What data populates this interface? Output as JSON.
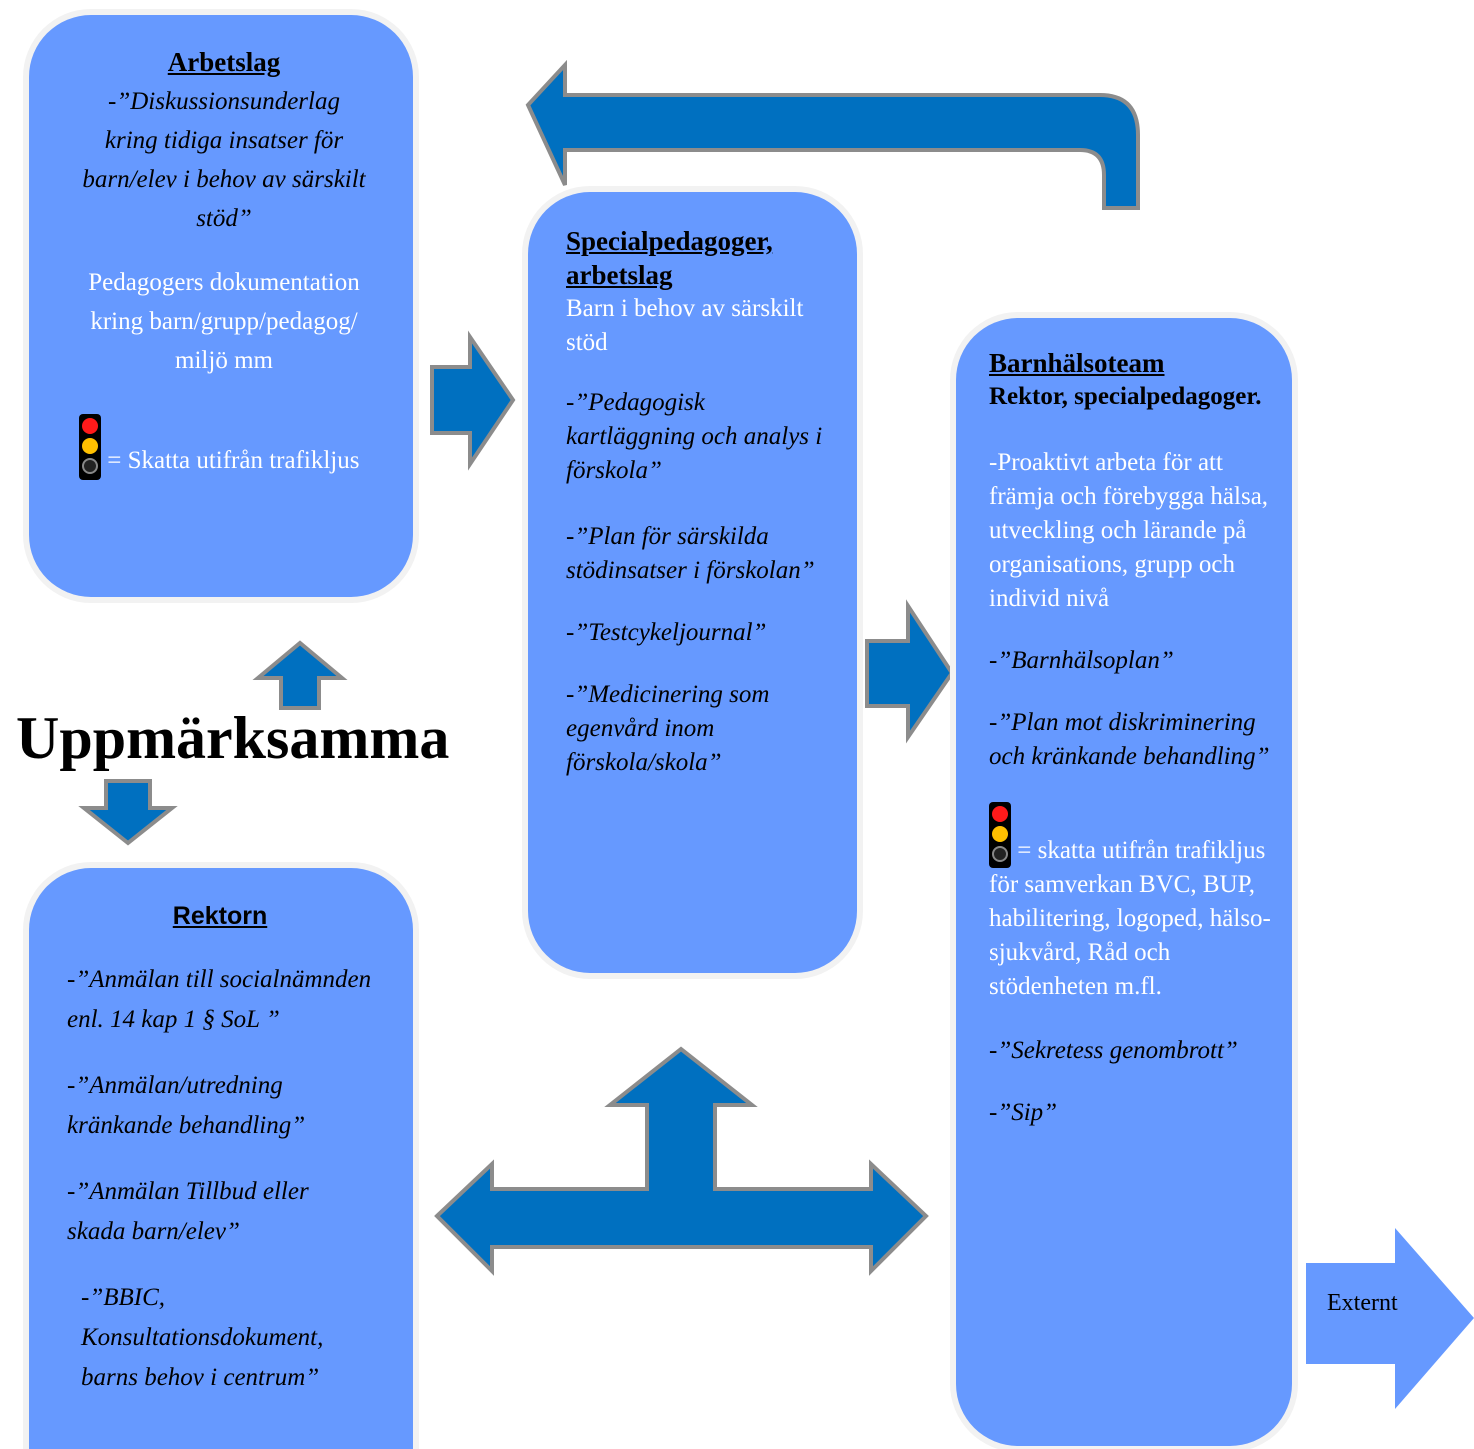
{
  "colors": {
    "box": "#6699ff",
    "arrow": "#0070c0",
    "arrow_stroke": "#8c8c8c"
  },
  "icons": [
    "traffic-light-icon"
  ],
  "arbetslag": {
    "title": "Arbetslag",
    "quote": "-”Diskussionsunderlag kring tidiga insatser för barn/elev i behov av särskilt stöd”",
    "doc": "Pedagogers dokumentation kring barn/grupp/pedagog/ miljö mm",
    "traffic": "= Skatta utifrån trafikljus"
  },
  "special": {
    "title": "Specialpedagoger, arbetslag",
    "sub": "Barn i behov av särskilt stöd",
    "items": [
      "-”Pedagogisk kartläggning och analys i förskola”",
      "-”Plan för särskilda stödinsatser i förskolan”",
      "-”Testcykeljournal”",
      "-”Medicinering som egenvård inom förskola/skola”"
    ]
  },
  "barnhalso": {
    "title": "Barnhälsoteam",
    "sub": "Rektor, specialpedagoger.",
    "desc": "-Proaktivt arbeta för att främja och förebygga hälsa, utveckling och lärande på organisations, grupp och individ nivå",
    "items1": [
      "-”Barnhälsoplan”",
      "-”Plan mot diskriminering och kränkande behandling”"
    ],
    "traffic": "= skatta utifrån trafikljus för samverkan BVC, BUP, habilitering, logoped, hälso-sjukvård, Råd och stödenheten m.fl.",
    "items2": [
      "-”Sekretess genombrott”",
      "-”Sip”"
    ]
  },
  "rektorn": {
    "title": "Rektorn",
    "items": [
      "-”Anmälan till socialnämnden enl. 14 kap 1 § SoL ”",
      "-”Anmälan/utredning kränkande behandling”",
      "-”Anmälan Tillbud eller skada barn/elev”",
      "-”BBIC, Konsultationsdokument, barns behov i centrum”"
    ]
  },
  "center_label": "Uppmärksamma",
  "extern_label": "Externt"
}
